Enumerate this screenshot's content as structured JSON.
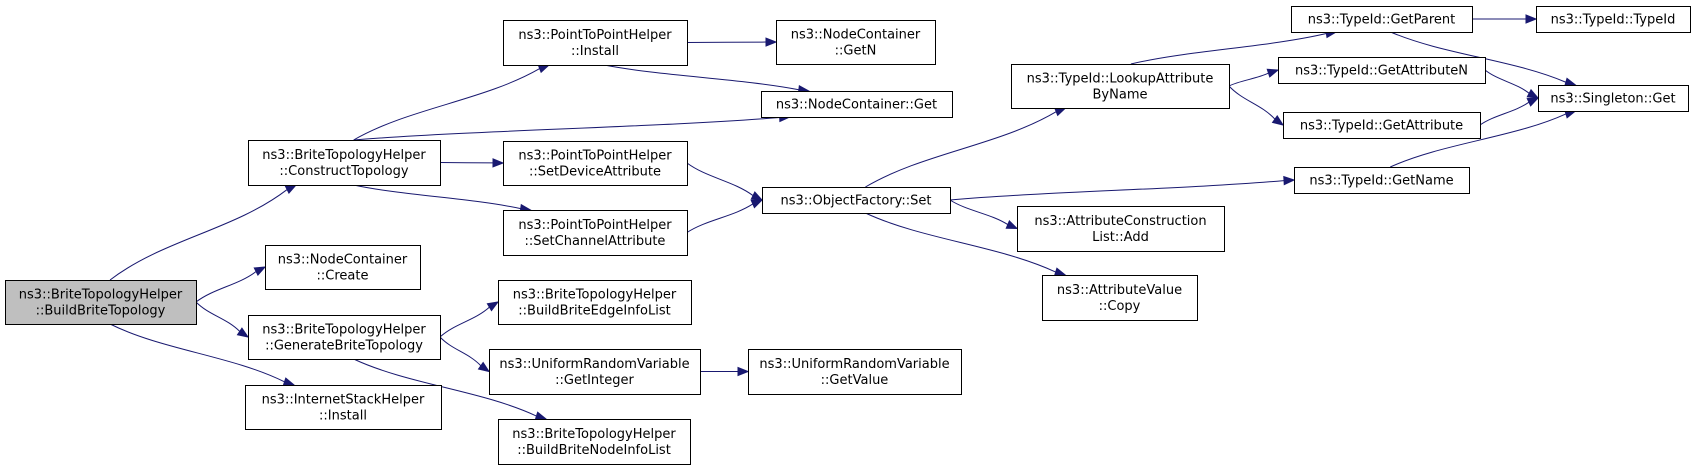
{
  "colors": {
    "node_fill": "#ffffff",
    "root_fill": "#bfbfbf",
    "node_stroke": "#000000",
    "edge": "#191970"
  },
  "nodes": [
    {
      "id": "n_root",
      "lines": [
        "ns3::BriteTopologyHelper",
        "::BuildBriteTopology"
      ],
      "root": true
    },
    {
      "id": "n_ct",
      "lines": [
        "ns3::BriteTopologyHelper",
        "::ConstructTopology"
      ]
    },
    {
      "id": "n_ncc",
      "lines": [
        "ns3::NodeContainer",
        "::Create"
      ]
    },
    {
      "id": "n_gbt",
      "lines": [
        "ns3::BriteTopologyHelper",
        "::GenerateBriteTopology"
      ]
    },
    {
      "id": "n_ish",
      "lines": [
        "ns3::InternetStackHelper",
        "::Install"
      ]
    },
    {
      "id": "n_p2pi",
      "lines": [
        "ns3::PointToPointHelper",
        "::Install"
      ]
    },
    {
      "id": "n_ncg",
      "lines": [
        "ns3::NodeContainer::Get"
      ]
    },
    {
      "id": "n_p2pd",
      "lines": [
        "ns3::PointToPointHelper",
        "::SetDeviceAttribute"
      ]
    },
    {
      "id": "n_p2pc",
      "lines": [
        "ns3::PointToPointHelper",
        "::SetChannelAttribute"
      ]
    },
    {
      "id": "n_bbe",
      "lines": [
        "ns3::BriteTopologyHelper",
        "::BuildBriteEdgeInfoList"
      ]
    },
    {
      "id": "n_urvi",
      "lines": [
        "ns3::UniformRandomVariable",
        "::GetInteger"
      ]
    },
    {
      "id": "n_bbn",
      "lines": [
        "ns3::BriteTopologyHelper",
        "::BuildBriteNodeInfoList"
      ]
    },
    {
      "id": "n_ncgn",
      "lines": [
        "ns3::NodeContainer",
        "::GetN"
      ]
    },
    {
      "id": "n_ofs",
      "lines": [
        "ns3::ObjectFactory::Set"
      ]
    },
    {
      "id": "n_urvv",
      "lines": [
        "ns3::UniformRandomVariable",
        "::GetValue"
      ]
    },
    {
      "id": "n_tila",
      "lines": [
        "ns3::TypeId::LookupAttribute",
        "ByName"
      ]
    },
    {
      "id": "n_acl",
      "lines": [
        "ns3::AttributeConstruction",
        "List::Add"
      ]
    },
    {
      "id": "n_avc",
      "lines": [
        "ns3::AttributeValue",
        "::Copy"
      ]
    },
    {
      "id": "n_tigp",
      "lines": [
        "ns3::TypeId::GetParent"
      ]
    },
    {
      "id": "n_tigan",
      "lines": [
        "ns3::TypeId::GetAttributeN"
      ]
    },
    {
      "id": "n_tiga",
      "lines": [
        "ns3::TypeId::GetAttribute"
      ]
    },
    {
      "id": "n_tign",
      "lines": [
        "ns3::TypeId::GetName"
      ]
    },
    {
      "id": "n_titi",
      "lines": [
        "ns3::TypeId::TypeId"
      ]
    },
    {
      "id": "n_sg",
      "lines": [
        "ns3::Singleton::Get"
      ]
    }
  ],
  "edges": [
    [
      "n_root",
      "n_ct"
    ],
    [
      "n_root",
      "n_ncc"
    ],
    [
      "n_root",
      "n_gbt"
    ],
    [
      "n_root",
      "n_ish"
    ],
    [
      "n_ct",
      "n_p2pi"
    ],
    [
      "n_ct",
      "n_ncg"
    ],
    [
      "n_ct",
      "n_p2pd"
    ],
    [
      "n_ct",
      "n_p2pc"
    ],
    [
      "n_gbt",
      "n_bbe"
    ],
    [
      "n_gbt",
      "n_urvi"
    ],
    [
      "n_gbt",
      "n_bbn"
    ],
    [
      "n_p2pi",
      "n_ncgn"
    ],
    [
      "n_p2pi",
      "n_ncg"
    ],
    [
      "n_p2pd",
      "n_ofs"
    ],
    [
      "n_p2pc",
      "n_ofs"
    ],
    [
      "n_urvi",
      "n_urvv"
    ],
    [
      "n_ofs",
      "n_tila"
    ],
    [
      "n_ofs",
      "n_tign"
    ],
    [
      "n_ofs",
      "n_acl"
    ],
    [
      "n_ofs",
      "n_avc"
    ],
    [
      "n_tila",
      "n_tigp"
    ],
    [
      "n_tila",
      "n_tigan"
    ],
    [
      "n_tila",
      "n_tiga"
    ],
    [
      "n_tigp",
      "n_titi"
    ],
    [
      "n_tigp",
      "n_sg"
    ],
    [
      "n_tigan",
      "n_sg"
    ],
    [
      "n_tiga",
      "n_sg"
    ],
    [
      "n_tign",
      "n_sg"
    ]
  ]
}
